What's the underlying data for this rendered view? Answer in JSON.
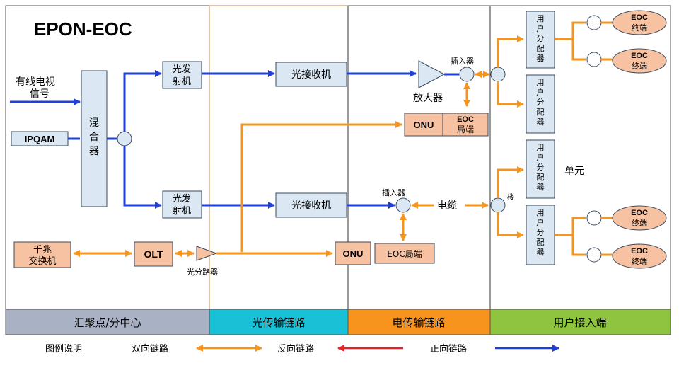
{
  "title": "EPON-EOC",
  "inputs": {
    "catv_line1": "有线电视",
    "catv_line2": "信号",
    "ipqam": "IPQAM"
  },
  "mixer": [
    "混",
    "合",
    "器"
  ],
  "optical_tx_1": [
    "光发",
    "射机"
  ],
  "optical_tx_2": [
    "光发",
    "射机"
  ],
  "optical_rx_1": "光接收机",
  "optical_rx_2": "光接收机",
  "amplifier": "放大器",
  "inserter_1": "插入器",
  "inserter_2": "插入器",
  "onu_1": "ONU",
  "onu_2": "ONU",
  "eoc_head_1": [
    "EOC",
    "局端"
  ],
  "eoc_head_2": "EOC局端",
  "cable": "电缆",
  "building": "楼",
  "unit": "单元",
  "switch": [
    "千兆",
    "交换机"
  ],
  "olt": "OLT",
  "splitter": "光分路器",
  "user_splitters": [
    [
      "用",
      "户",
      "分",
      "配",
      "器"
    ],
    [
      "用",
      "户",
      "分",
      "配",
      "器"
    ],
    [
      "用",
      "户",
      "分",
      "配",
      "器"
    ],
    [
      "用",
      "户",
      "分",
      "配",
      "器"
    ]
  ],
  "eoc_terminals": [
    [
      "EOC",
      "终端"
    ],
    [
      "EOC",
      "终端"
    ],
    [
      "EOC",
      "终端"
    ],
    [
      "EOC",
      "终端"
    ]
  ],
  "zones": [
    {
      "label": "汇聚点/分中心",
      "color": "#a9b1c4"
    },
    {
      "label": "光传输链路",
      "color": "#18c1d6"
    },
    {
      "label": "电传输链路",
      "color": "#f7941d"
    },
    {
      "label": "用户接入端",
      "color": "#8ec43f"
    }
  ],
  "legend": {
    "title": "图例说明",
    "bidirectional": "双向链路",
    "reverse": "反向链路",
    "forward": "正向链路"
  },
  "colors": {
    "forward": "#1f3fd6",
    "bidirectional": "#f7941d",
    "reverse": "#e0242a",
    "box_fill": "#dbe8f4",
    "box_stroke": "#3a4a5c",
    "onu_fill": "#f6c2a2",
    "terminal_fill": "#f6c2a2"
  }
}
